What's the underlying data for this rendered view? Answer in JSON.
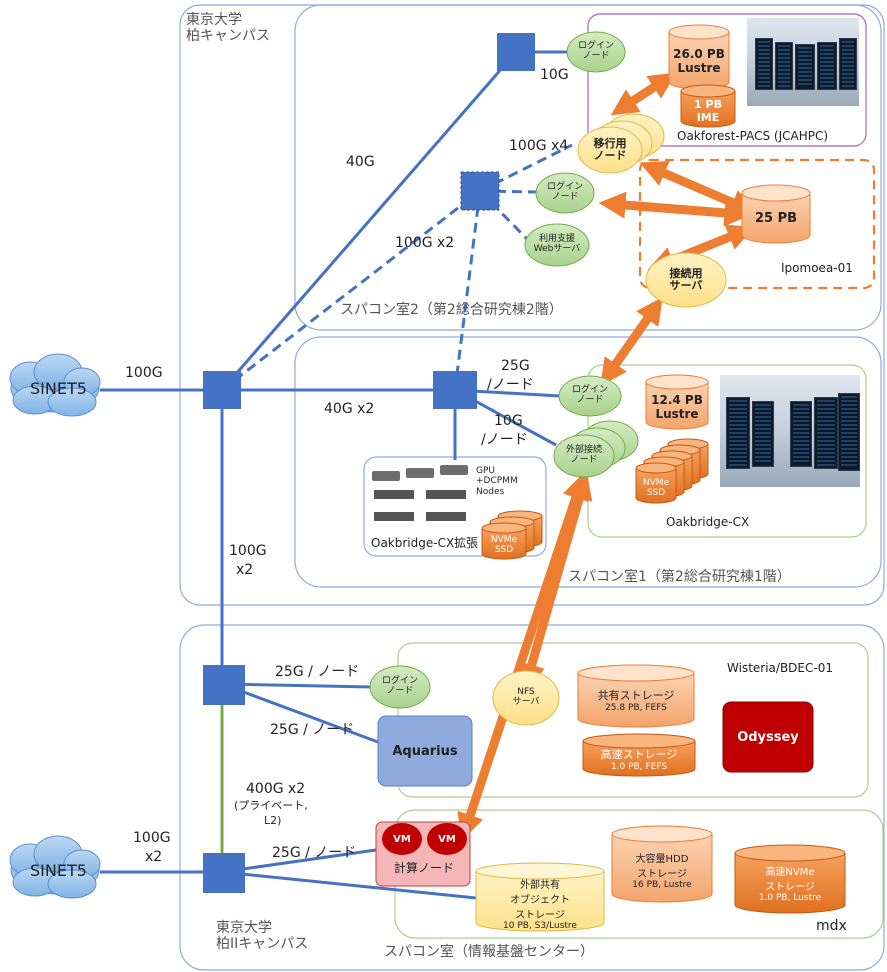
{
  "campus1": {
    "line1": "東京大学",
    "line2": "柏キャンパス"
  },
  "campus2": {
    "line1": "東京大学",
    "line2": "柏IIキャンパス"
  },
  "rooms": {
    "room2": "スパコン室2（第2総合研究棟2階）",
    "room1": "スパコン室1（第2総合研究棟1階）",
    "room_info": "スパコン室（情報基盤センター）"
  },
  "clouds": {
    "top": "SINET5",
    "bottom": "SINET5"
  },
  "links": {
    "sinet_top": "100G",
    "sinet_bottom_1": "100G",
    "sinet_bottom_2": "x2",
    "to_ofp_switch": "40G",
    "ofp_10g": "10G",
    "migration": "100G x4",
    "to_room2_switch": "100G x2",
    "to_room1_switch": "40G x2",
    "login_cx_1": "25G",
    "login_cx_2": "/ノード",
    "ext_cx_1": "10G",
    "ext_cx_2": "/ノード",
    "vertical_1": "100G",
    "vertical_2": "x2",
    "wis_login": "25G / ノード",
    "wis_aquarius": "25G / ノード",
    "private_1": "400G x2",
    "private_2": "(プライベート,",
    "private_3": "L2)",
    "mdx_calc": "25G / ノード"
  },
  "systems": {
    "ofp": "Oakforest-PACS (JCAHPC)",
    "ipomoea": "Ipomoea-01",
    "cx": "Oakbridge-CX",
    "cx_ext": "Oakbridge-CX拡張",
    "wisteria": "Wisteria/BDEC-01",
    "mdx": "mdx"
  },
  "nodes": {
    "ofp_login": [
      "ログイン",
      "ノード"
    ],
    "migration": [
      "移行用",
      "ノード"
    ],
    "ipo_login": [
      "ログイン",
      "ノード"
    ],
    "ipo_web": [
      "利用支援",
      "Webサーバ"
    ],
    "connect": [
      "接続用",
      "サーバ"
    ],
    "cx_login": [
      "ログイン",
      "ノード"
    ],
    "cx_ext_node": [
      "外部接続",
      "ノード"
    ],
    "wis_login": [
      "ログイン",
      "ノード"
    ],
    "nfs": [
      "NFS",
      "サーバ"
    ]
  },
  "storage": {
    "ofp_lustre": [
      "26.0 PB",
      "Lustre"
    ],
    "ofp_ime": [
      "1 PB",
      "IME"
    ],
    "ipomoea": "25 PB",
    "cx_lustre": [
      "12.4 PB",
      "Lustre"
    ],
    "cx_nvme": [
      "NVMe",
      "SSD"
    ],
    "ext_nvme": [
      "NVMe",
      "SSD"
    ],
    "wis_shared": [
      "共有ストレージ",
      "25.8 PB, FEFS"
    ],
    "wis_fast": [
      "高速ストレージ",
      "1.0 PB, FEFS"
    ],
    "mdx_obj": [
      "外部共有",
      "オブジェクト",
      "ストレージ",
      "10 PB, S3/Lustre"
    ],
    "mdx_hdd": [
      "大容量HDD",
      "ストレージ",
      "16 PB, Lustre"
    ],
    "mdx_nvme": [
      "高速NVMe",
      "ストレージ",
      "1.0 PB, Lustre"
    ]
  },
  "compute": {
    "gpu": [
      "GPU",
      "+DCPMM",
      "Nodes"
    ],
    "aquarius": "Aquarius",
    "odyssey": "Odyssey",
    "vm1": "VM",
    "vm2": "VM",
    "calc_node": "計算ノード"
  },
  "colors": {
    "switch": "#4472c4",
    "link": "#4472c4",
    "orange": "#ed7d31",
    "green_node": "#a9d18e",
    "yellow_node": "#ffe699",
    "odyssey": "#c00000",
    "aquarius": "#8faadc"
  }
}
